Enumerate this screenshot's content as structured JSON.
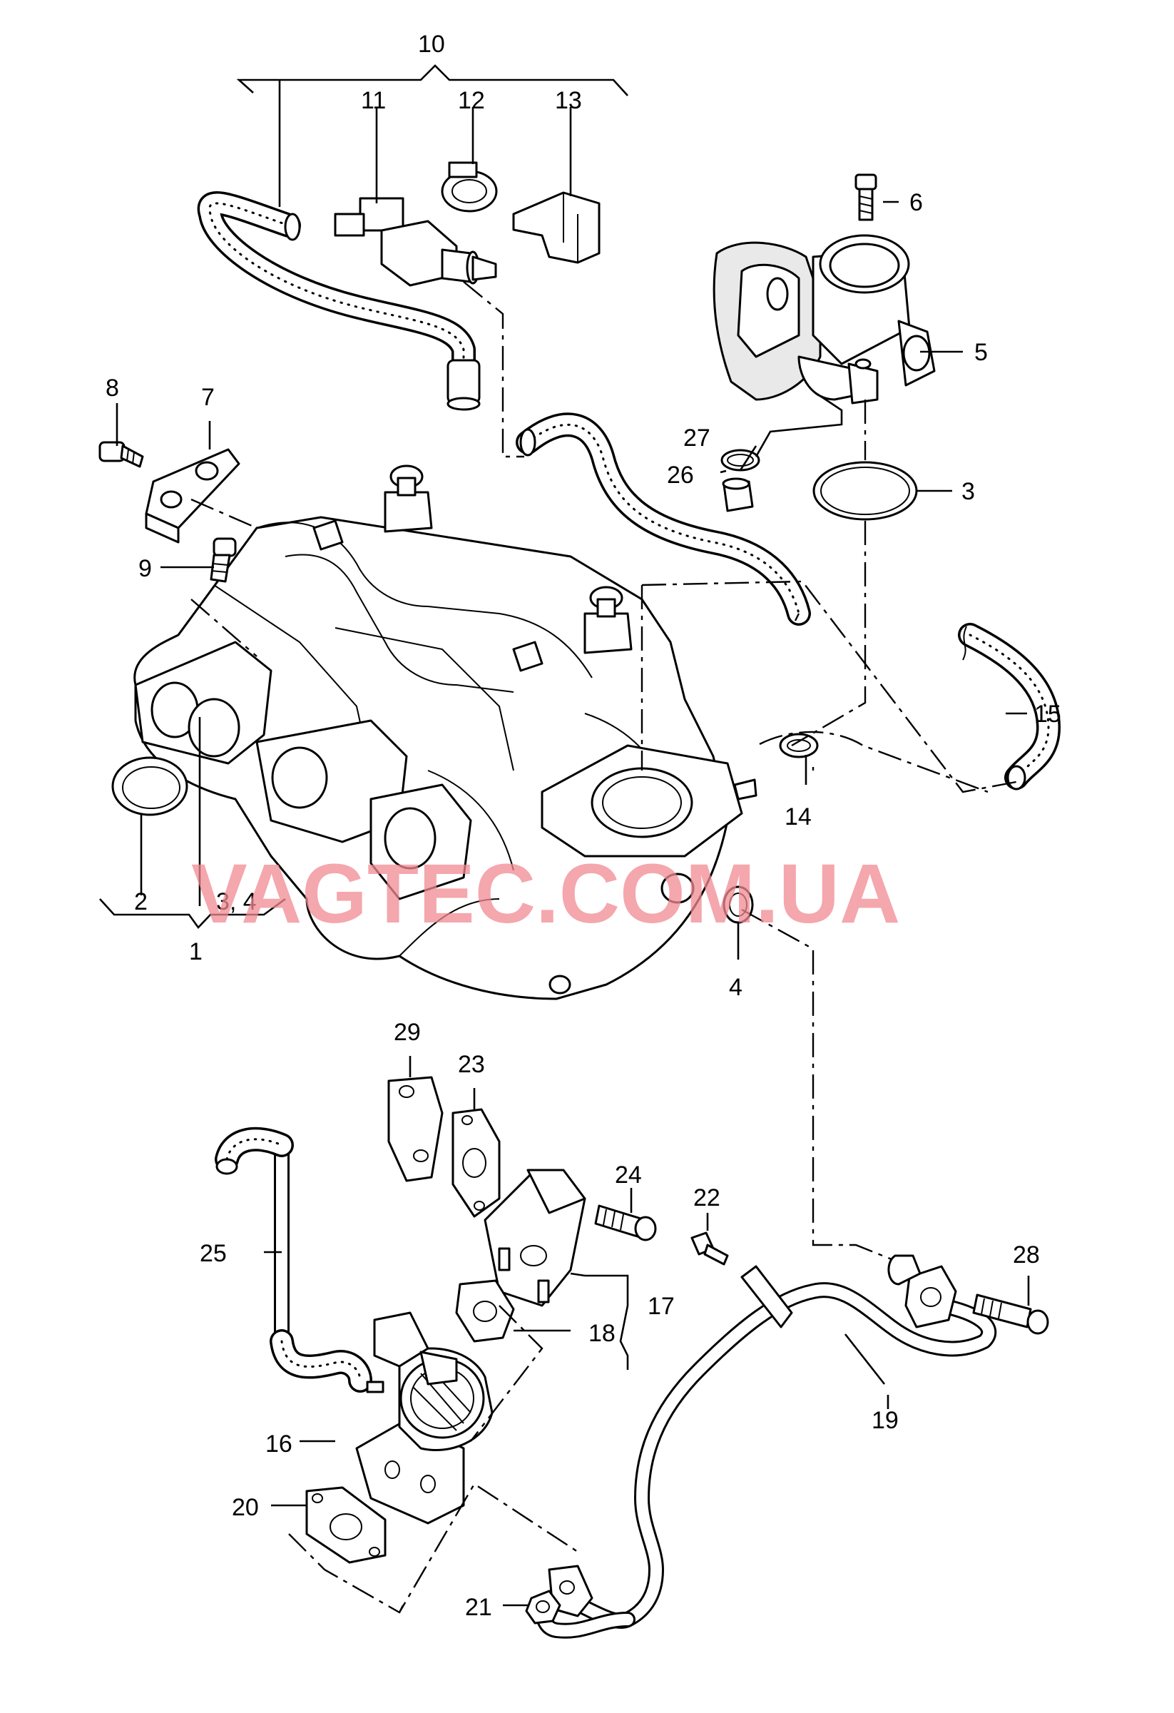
{
  "diagram": {
    "watermark": "VAGTEC.COM.UA",
    "labels": [
      {
        "id": "1",
        "text": "1"
      },
      {
        "id": "2",
        "text": "2"
      },
      {
        "id": "3",
        "text": "3"
      },
      {
        "id": "3_4",
        "text": "3, 4"
      },
      {
        "id": "4",
        "text": "4"
      },
      {
        "id": "5",
        "text": "5"
      },
      {
        "id": "6",
        "text": "6"
      },
      {
        "id": "7",
        "text": "7"
      },
      {
        "id": "8",
        "text": "8"
      },
      {
        "id": "9",
        "text": "9"
      },
      {
        "id": "10",
        "text": "10"
      },
      {
        "id": "11",
        "text": "11"
      },
      {
        "id": "12",
        "text": "12"
      },
      {
        "id": "13",
        "text": "13"
      },
      {
        "id": "14",
        "text": "14"
      },
      {
        "id": "15",
        "text": "15"
      },
      {
        "id": "16",
        "text": "16"
      },
      {
        "id": "17",
        "text": "17"
      },
      {
        "id": "18",
        "text": "18"
      },
      {
        "id": "19",
        "text": "19"
      },
      {
        "id": "20",
        "text": "20"
      },
      {
        "id": "21",
        "text": "21"
      },
      {
        "id": "22",
        "text": "22"
      },
      {
        "id": "23",
        "text": "23"
      },
      {
        "id": "24",
        "text": "24"
      },
      {
        "id": "25",
        "text": "25"
      },
      {
        "id": "26",
        "text": "26"
      },
      {
        "id": "27",
        "text": "27"
      },
      {
        "id": "28",
        "text": "28"
      },
      {
        "id": "29",
        "text": "29"
      }
    ]
  }
}
